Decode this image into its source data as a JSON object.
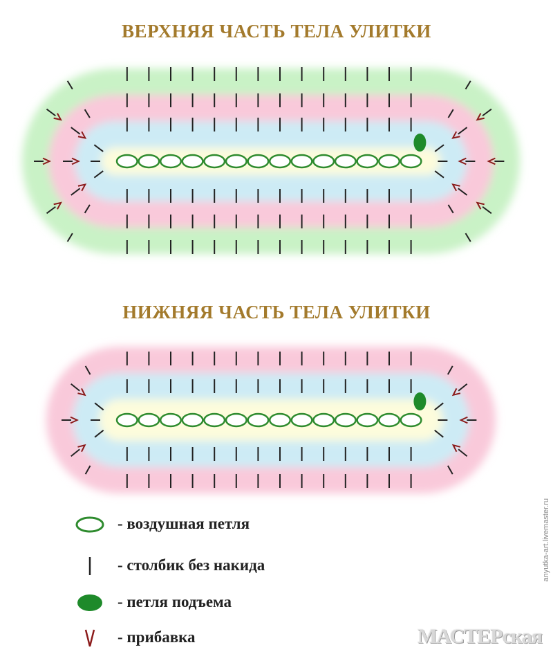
{
  "titles": {
    "top": "ВЕРХНЯЯ ЧАСТЬ ТЕЛА УЛИТКИ",
    "bottom": "НИЖНЯЯ ЧАСТЬ ТЕЛА УЛИТКИ"
  },
  "diagrams": {
    "top": {
      "rings": [
        "#c9f2c6",
        "#f9c9da",
        "#cdebf5",
        "#fdfcdc"
      ],
      "chain_loops": 14
    },
    "bottom": {
      "rings": [
        "#f9c9da",
        "#cdebf5",
        "#fdfcdc"
      ],
      "chain_loops": 14
    }
  },
  "colors": {
    "chain": "#2e8b2e",
    "lift": "#1e8a2a",
    "stitch": "#222222",
    "increase": "#8b1a1a"
  },
  "legend": [
    {
      "symbol": "chain-loop-icon",
      "label": "- воздушная петля"
    },
    {
      "symbol": "single-crochet-icon",
      "label": "- столбик без накида"
    },
    {
      "symbol": "lift-loop-icon",
      "label": "- петля подъема"
    },
    {
      "symbol": "increase-icon",
      "label": "- прибавка"
    }
  ],
  "watermark": {
    "url": "anyutka-art.livemaster.ru",
    "logo": "МАСТЕРская"
  }
}
